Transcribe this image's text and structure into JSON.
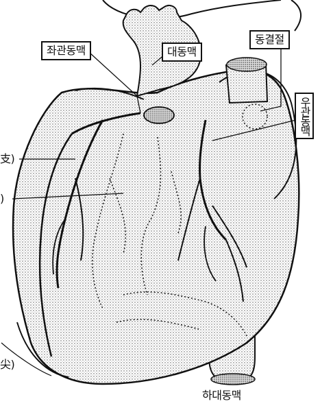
{
  "diagram": {
    "labels": {
      "left_coronary_artery": "좌관동맥",
      "aorta": "대동맥",
      "sinoatrial_node": "동결절",
      "right_coronary_artery": "우관동맥",
      "inferior_vena_cava": "하대동맥",
      "left_edge_top": "支)",
      "left_edge_mid": ")",
      "left_edge_bottom": "尖)"
    }
  }
}
